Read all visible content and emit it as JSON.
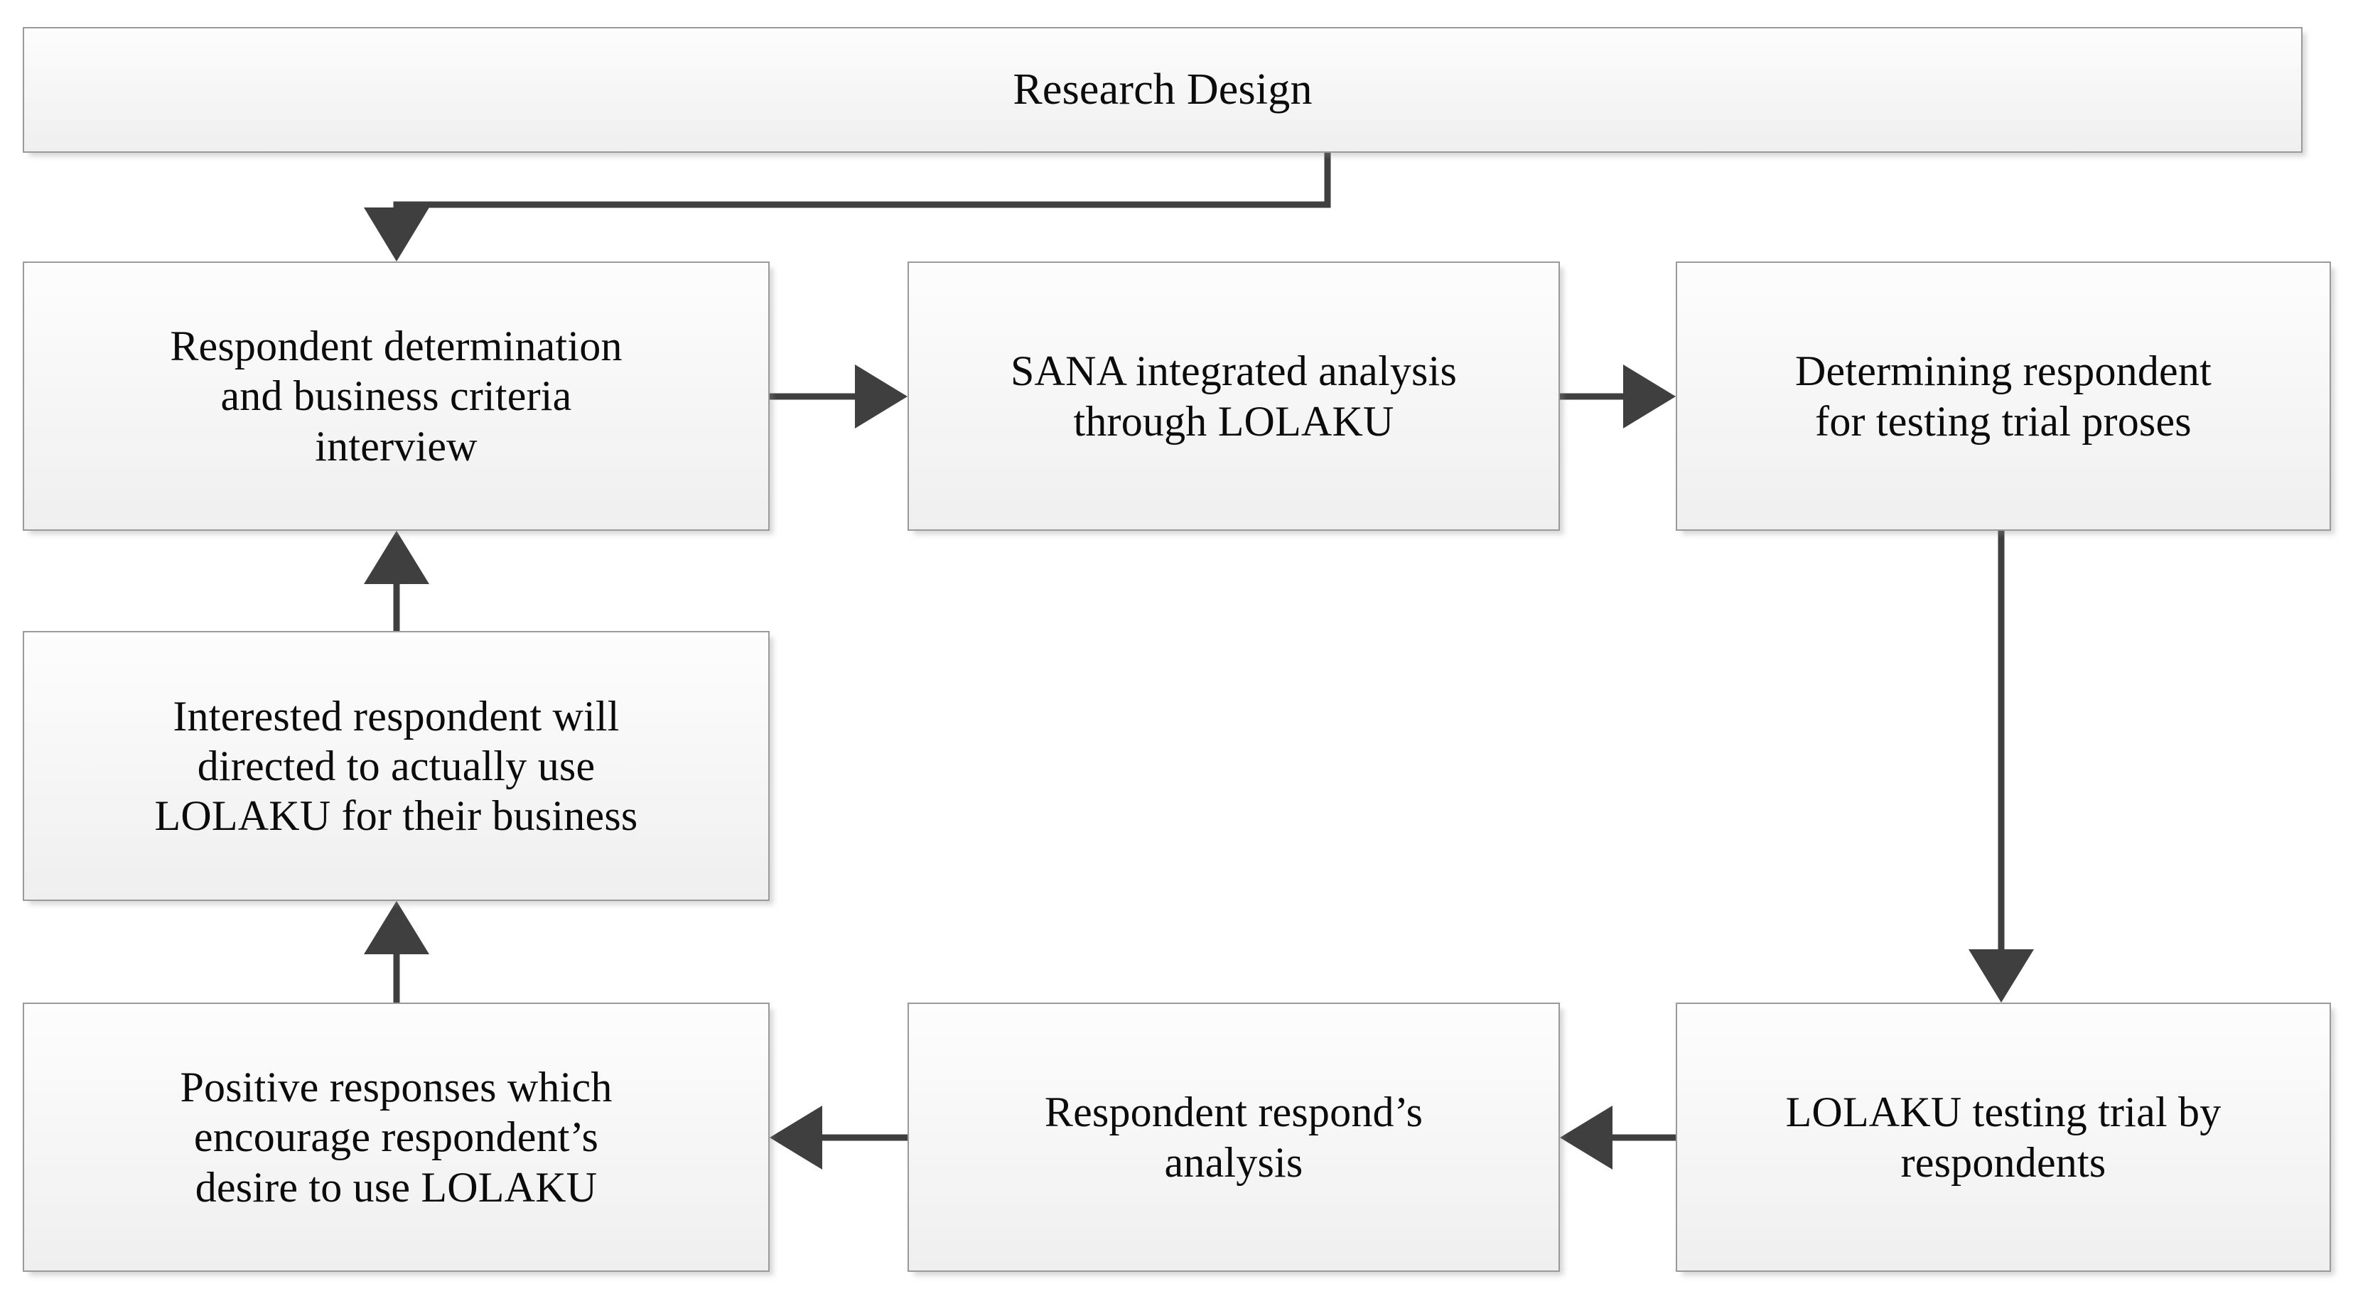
{
  "diagram": {
    "title": "Research Design",
    "type": "flowchart",
    "background_color": "#ffffff",
    "box_fill_color": "#f5f5f5",
    "box_border_color": "#9a9a9a",
    "connector_color": "#3f3f3f",
    "text_color": "#0b0b0b"
  },
  "nodes": {
    "header": {
      "id": "research-design",
      "label": "Research Design"
    },
    "respondent_determination": {
      "id": "respondent-determination",
      "label": "Respondent determination\nand business criteria\ninterview"
    },
    "sana_analysis": {
      "id": "sana-integrated-analysis",
      "label": "SANA integrated analysis\nthrough LOLAKU"
    },
    "determining_respondent": {
      "id": "determining-respondent",
      "label": "Determining respondent\nfor testing trial proses"
    },
    "interested_respondent": {
      "id": "interested-respondent",
      "label": "Interested respondent will\ndirected to actually use\nLOLAKU for their business"
    },
    "positive_responses": {
      "id": "positive-responses",
      "label": "Positive responses which\nencourage respondent’s\ndesire to use LOLAKU"
    },
    "respondent_analysis": {
      "id": "respondent-respond-analysis",
      "label": "Respondent respond’s\nanalysis"
    },
    "lolaku_testing": {
      "id": "lolaku-testing-trial",
      "label": "LOLAKU testing trial by\nrespondents"
    }
  },
  "edges": [
    {
      "id": "header-to-respondent-determination",
      "from": "research-design",
      "to": "respondent-determination",
      "style": "elbow",
      "direction": "down"
    },
    {
      "id": "respondent-determination-to-sana",
      "from": "respondent-determination",
      "to": "sana-integrated-analysis",
      "style": "straight",
      "direction": "right"
    },
    {
      "id": "sana-to-determining-respondent",
      "from": "sana-integrated-analysis",
      "to": "determining-respondent",
      "style": "straight",
      "direction": "right"
    },
    {
      "id": "determining-respondent-to-lolaku-testing",
      "from": "determining-respondent",
      "to": "lolaku-testing-trial",
      "style": "straight",
      "direction": "down"
    },
    {
      "id": "lolaku-testing-to-respondent-analysis",
      "from": "lolaku-testing-trial",
      "to": "respondent-respond-analysis",
      "style": "straight",
      "direction": "left"
    },
    {
      "id": "respondent-analysis-to-positive-responses",
      "from": "respondent-respond-analysis",
      "to": "positive-responses",
      "style": "straight",
      "direction": "left"
    },
    {
      "id": "positive-responses-to-interested-respondent",
      "from": "positive-responses",
      "to": "interested-respondent",
      "style": "straight",
      "direction": "up"
    },
    {
      "id": "interested-respondent-to-respondent-determination",
      "from": "interested-respondent",
      "to": "respondent-determination",
      "style": "straight",
      "direction": "up"
    }
  ]
}
